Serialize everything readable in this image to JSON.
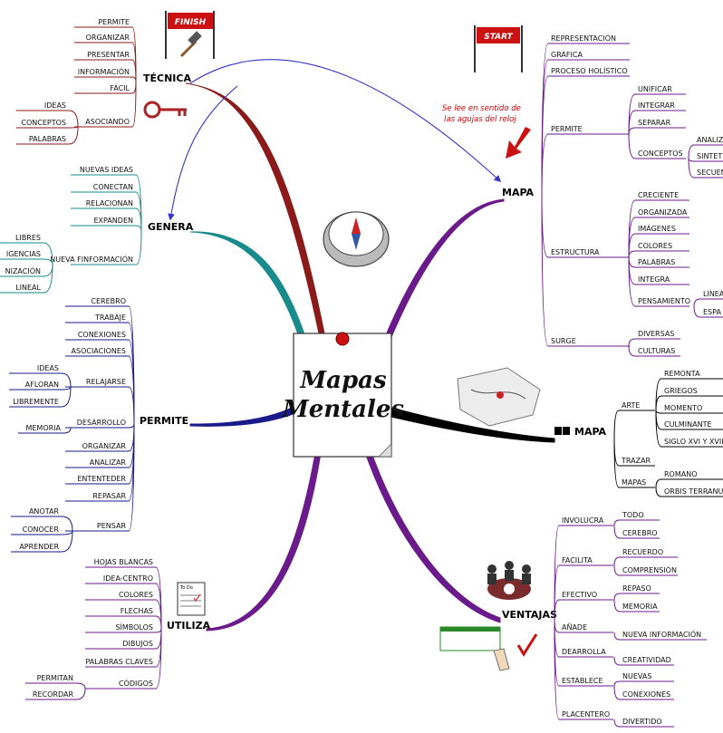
{
  "center": {
    "line1": "Mapas",
    "line2": "Mentales"
  },
  "note": {
    "line1": "Se lee en sentido de",
    "line2": "las agujas del reloj"
  },
  "signs": {
    "finish": "FINISH",
    "start": "START",
    "todo": "To Do"
  },
  "colors": {
    "tecnica": "#8b1a1a",
    "genera": "#1a8b8b",
    "permite": "#1a1a8b",
    "utiliza": "#6b1a8b",
    "mapa": "#6b1a8b",
    "ventajas": "#6b1a8b",
    "mapa2": "#000000",
    "arrow": "#3333cc"
  },
  "branches": {
    "tecnica": {
      "label": "TÉCNICA",
      "items": [
        "PERMITE",
        "ORGANIZAR",
        "PRESENTAR",
        "INFORMACIÓN",
        "FÁCIL",
        "ASOCIANDO"
      ],
      "sub_asociando": [
        "IDEAS",
        "CONCEPTOS",
        "PALABRAS"
      ]
    },
    "genera": {
      "label": "GENERA",
      "items": [
        "NUEVAS IDEAS",
        "CONECTAN",
        "RELACIONAN",
        "EXPANDEN",
        "NUEVA FINFORMACIÓN"
      ],
      "sub_nueva": [
        "LIBRES",
        "IGENCIAS",
        "NIZACIÓN",
        "LINEAL"
      ]
    },
    "permite": {
      "label": "PERMITE",
      "items": [
        "CEREBRO",
        "TRABAJE",
        "CONEXIONES",
        "ASOCIACIONES",
        "RELAJARSE",
        "DESARROLLO",
        "ORGANIZAR",
        "ANALIZAR",
        "ENTENTEDER",
        "REPASAR",
        "PENSAR"
      ],
      "sub_relajarse": [
        "IDEAS",
        "AFLORAN",
        "LIBREMENTE"
      ],
      "sub_desarrollo": [
        "MEMORIA"
      ],
      "sub_pensar": [
        "ANOTAR",
        "CONOCER",
        "APRENDER"
      ]
    },
    "utiliza": {
      "label": "UTILIZA",
      "items": [
        "HOJAS BLANCAS",
        "IDEA-CENTRO",
        "COLORES",
        "FLECHAS",
        "SÍMBOLOS",
        "DIBUJOS",
        "PALABRAS CLAVES",
        "CÓDIGOS"
      ],
      "sub_codigos": [
        "PERMITAN",
        "RECORDAR"
      ]
    },
    "mapa": {
      "label": "MAPA",
      "items": [
        "REPRESENTACIÓN",
        "GRÁFICA",
        "PROCESO HOLÍSTICO",
        "PERMITE",
        "ESTRUCTURA",
        "SURGE"
      ],
      "sub_permite": [
        "UNIFICAR",
        "INTEGRAR",
        "SEPARAR",
        "CONCEPTOS"
      ],
      "sub_conceptos": [
        "ANALIZ",
        "SINTET",
        "SECUEN"
      ],
      "sub_estructura": [
        "CRECIENTE",
        "ORGANIZADA",
        "IMÁGENES",
        "COLORES",
        "PALABRAS",
        "INTEGRA",
        "PENSAMIENTO"
      ],
      "sub_pensamiento": [
        "LINEA",
        "ESPA"
      ],
      "sub_surge": [
        "DIVERSAS",
        "CULTURAS"
      ]
    },
    "mapa2": {
      "label": "MAPA",
      "items": [
        "ARTE",
        "TRAZAR",
        "MAPAS"
      ],
      "sub_arte": [
        "REMONTA",
        "GRIEGOS",
        "MOMENTO",
        "CULMINANTE",
        "SIGLO XVI Y XVII"
      ],
      "sub_mapas": [
        "ROMANO",
        "ORBIS TERRANUM"
      ]
    },
    "ventajas": {
      "label": "VENTAJAS",
      "items": [
        "INVOLUCRA",
        "FACILITA",
        "EFECTIVO",
        "AÑADE",
        "DEARROLLA",
        "ESTABLECE",
        "PLACENTERO"
      ],
      "sub_involucra": [
        "TODO",
        "CEREBRO"
      ],
      "sub_facilita": [
        "RECUERDO",
        "COMPRENSIÓN"
      ],
      "sub_efectivo": [
        "REPASO",
        "MEMORIA"
      ],
      "sub_anade": [
        "NUEVA INFORMACIÓN"
      ],
      "sub_dearrolla": [
        "CREATIVIDAD"
      ],
      "sub_establece": [
        "NUEVAS",
        "CONEXIONES"
      ],
      "sub_placentero": [
        "DIVERTIDO"
      ]
    }
  }
}
